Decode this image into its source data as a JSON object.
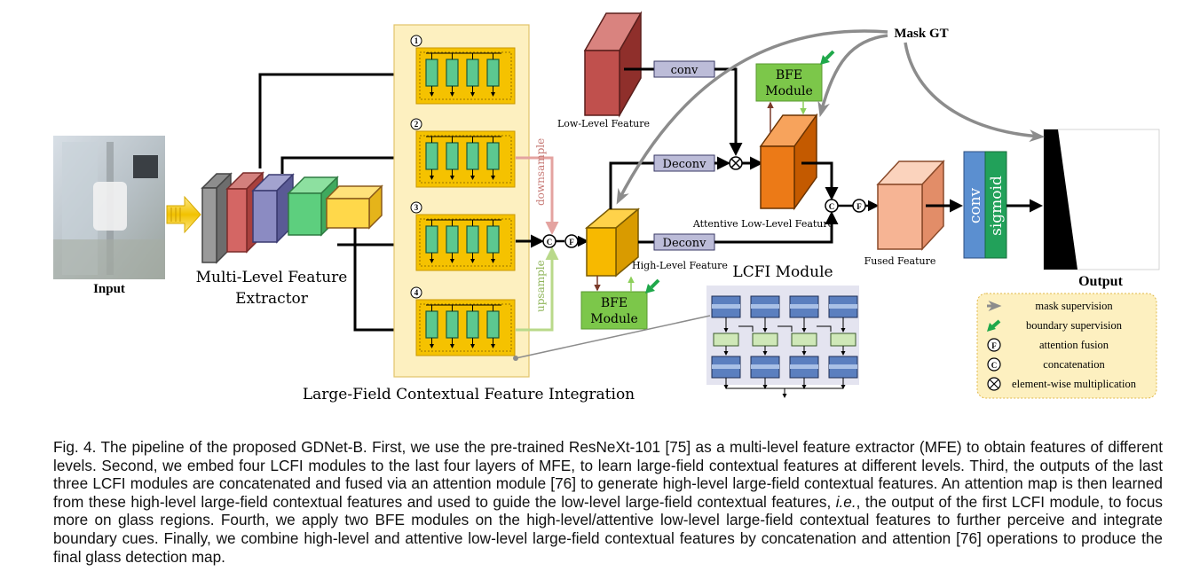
{
  "labels": {
    "input": "Input",
    "mfe_line1": "Multi-Level Feature",
    "mfe_line2": "Extractor",
    "lcfi_integration": "Large-Field Contextual Feature Integration",
    "low_level_feature": "Low-Level Feature",
    "high_level_feature": "High-Level Feature",
    "attentive_low_level_feature": "Attentive Low-Level Feature",
    "fused_feature": "Fused Feature",
    "output": "Output",
    "mask_gt": "Mask GT",
    "conv": "conv",
    "deconv": "Deconv",
    "downsample": "downsample",
    "upsample": "upsample",
    "bfe_line1": "BFE",
    "bfe_line2": "Module",
    "head_conv": "conv",
    "head_sigmoid": "sigmoid",
    "lcfi_module_title": "LCFI Module",
    "module_numbers": [
      "1",
      "2",
      "3",
      "4"
    ],
    "sym_c": "C",
    "sym_f": "F"
  },
  "legend": [
    {
      "icon": "gray-arrow",
      "text": "mask supervision"
    },
    {
      "icon": "green-arrow",
      "text": "boundary supervision"
    },
    {
      "icon": "F",
      "text": "attention fusion"
    },
    {
      "icon": "C",
      "text": "concatenation"
    },
    {
      "icon": "⊗",
      "text": "element-wise multiplication"
    }
  ],
  "colors": {
    "lcfi_panel": "#fdf0c0",
    "lcfi_block": "#f5c200",
    "lcfi_inner": "#5cc890",
    "low_level": "#c0504d",
    "attentive": "#e8740c",
    "high_level": "#f5b800",
    "fused": "#f6b494",
    "bfe": "#7cc74a",
    "head_conv": "#5b8fd0",
    "head_sigmoid": "#22a15a",
    "gray_arrow": "#8c8c8c",
    "green_arrow": "#1fa84a",
    "downsample": "#e4a3a0",
    "upsample": "#b9d98a"
  },
  "caption": {
    "prefix": "Fig. 4.",
    "part1": " The pipeline of the proposed GDNet-B. First, we use the pre-trained ResNeXt-101 [75] as a multi-level feature extractor (MFE) to obtain features of different levels. Second, we embed four LCFI modules to the last four layers of MFE, to learn large-field contextual features at different levels. Third, the outputs of the last three LCFI modules are concatenated and fused via an attention module [76] to generate high-level large-field contextual features. An attention map is then learned from these high-level large-field contextual features and used to guide the low-level large-field contextual features, ",
    "ie": "i.e.",
    "part2": ", the output of the first LCFI module, to focus more on glass regions. Fourth, we apply two BFE modules on the high-level/attentive low-level large-field contextual features to further perceive and integrate boundary cues. Finally, we combine high-level and attentive low-level large-field contextual features by concatenation and attention [76] operations to produce the final glass detection map."
  }
}
